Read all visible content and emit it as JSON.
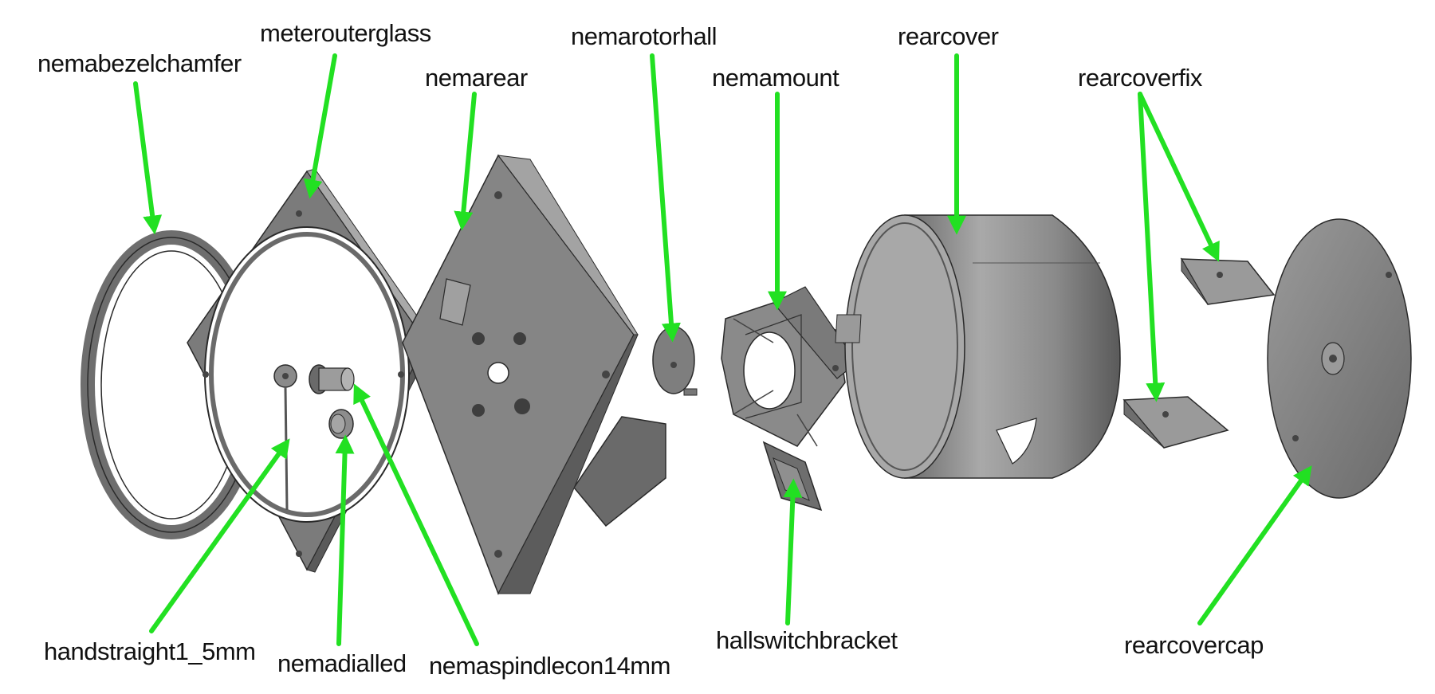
{
  "labels": {
    "nemabezelchamfer": "nemabezelchamfer",
    "meterouterglass": "meterouterglass",
    "nemarear": "nemarear",
    "nemarotorhall": "nemarotorhall",
    "nemamount": "nemamount",
    "rearcover": "rearcover",
    "rearcoverfix": "rearcoverfix",
    "handstraight": "handstraight1_5mm",
    "nemadialled": "nemadialled",
    "nemaspindlecon": "nemaspindlecon14mm",
    "hallswitchbracket": "hallswitchbracket",
    "rearcovercap": "rearcovercap"
  },
  "colors": {
    "arrow": "#22e022",
    "part_dark": "#555555",
    "part_mid": "#7a7a7a",
    "part_light": "#a8a8a8",
    "outline": "#2a2a2a"
  }
}
